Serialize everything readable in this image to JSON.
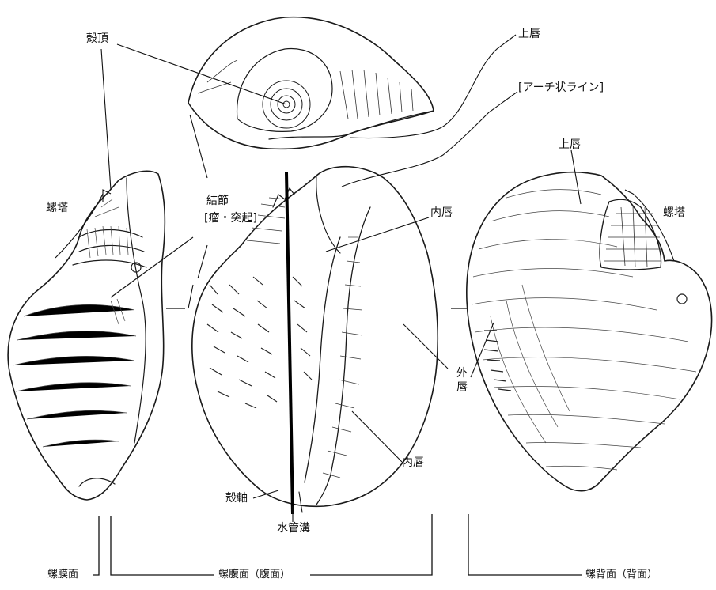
{
  "labels": {
    "apex": "殻頂",
    "upper_lip_top": "上唇",
    "arch_line": "[アーチ状ライン]",
    "spire_left": "螺塔",
    "node_title": "結節",
    "node_sub": "[瘤・突起]",
    "inner_lip_upper": "内唇",
    "upper_lip_right": "上唇",
    "spire_right": "螺塔",
    "outer_lip": "外唇",
    "inner_lip_lower": "内唇",
    "columella": "殻軸",
    "siphonal_canal": "水管溝",
    "view_membrane": "螺膜面",
    "view_ventral": "螺腹面（腹面）",
    "view_dorsal": "螺背面（背面）"
  }
}
